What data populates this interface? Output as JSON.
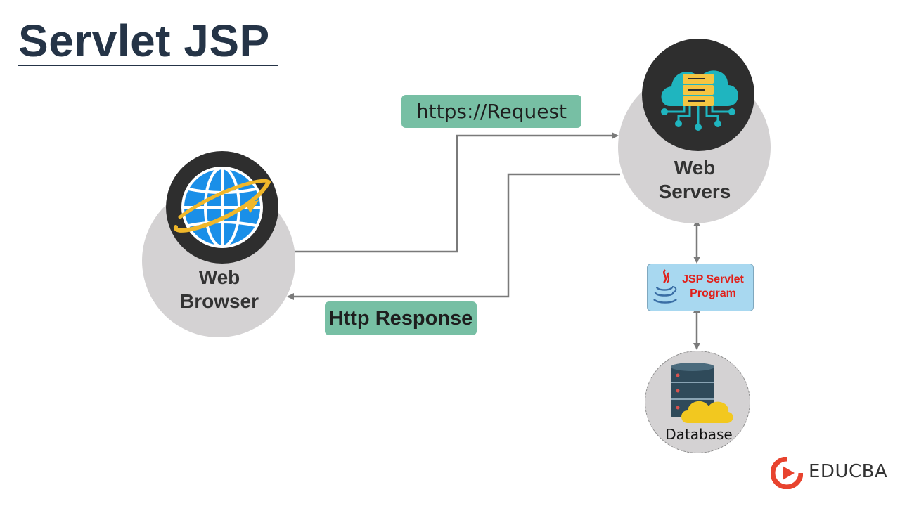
{
  "title": "Servlet JSP",
  "nodes": {
    "web_browser": {
      "line1": "Web",
      "line2": "Browser"
    },
    "web_servers": {
      "line1": "Web",
      "line2": "Servers"
    },
    "program": {
      "line1": "JSP Servlet",
      "line2": "Program"
    },
    "database": {
      "label": "Database"
    }
  },
  "edges": {
    "request": "https://Request",
    "response": "Http Response"
  },
  "logo": {
    "text": "EDUCBA"
  },
  "colors": {
    "title": "#253447",
    "pill": "#77bfa4",
    "node_fill": "#d4d2d3",
    "icon_bg": "#2e2e2e",
    "program_box": "#a8d8f0",
    "program_text": "#e0201a",
    "logo_accent": "#e8432e"
  },
  "icons": {
    "browser": "globe-icon",
    "server": "cloud-server-icon",
    "program": "java-icon",
    "database": "database-cloud-icon",
    "logo": "educba-logo-icon"
  }
}
